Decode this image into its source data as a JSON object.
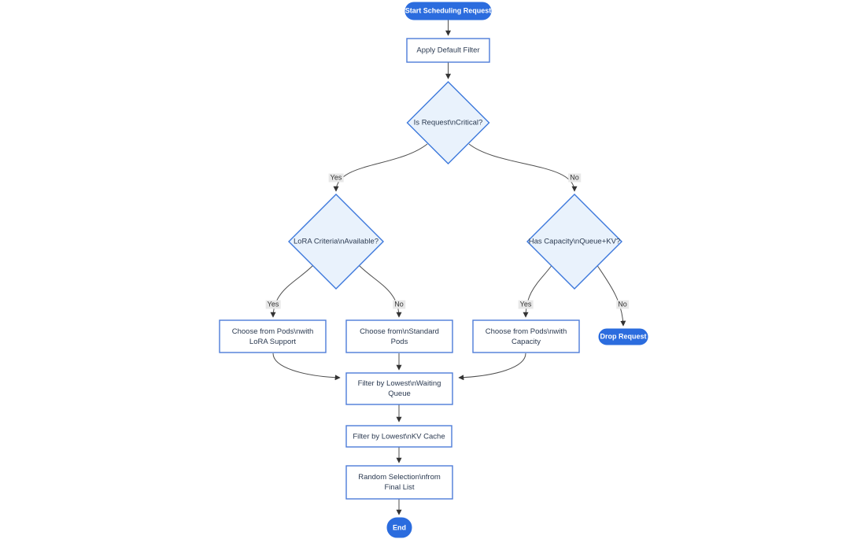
{
  "diagram": {
    "title": "scheduling-request-flowchart",
    "nodes": {
      "start": {
        "type": "stadium",
        "lines": [
          "Start Scheduling Request"
        ]
      },
      "apply_filter": {
        "type": "rect",
        "lines": [
          "Apply Default Filter"
        ]
      },
      "is_critical": {
        "type": "diamond",
        "lines": [
          "Is Request\\nCritical?"
        ]
      },
      "lora_criteria": {
        "type": "diamond",
        "lines": [
          "LoRA Criteria\\nAvailable?"
        ]
      },
      "has_capacity": {
        "type": "diamond",
        "lines": [
          "Has Capacity\\nQueue+KV?"
        ]
      },
      "choose_lora": {
        "type": "rect",
        "lines": [
          "Choose from Pods\\nwith",
          "LoRA Support"
        ]
      },
      "choose_standard": {
        "type": "rect",
        "lines": [
          "Choose from\\nStandard",
          "Pods"
        ]
      },
      "choose_capacity": {
        "type": "rect",
        "lines": [
          "Choose from Pods\\nwith",
          "Capacity"
        ]
      },
      "drop_request": {
        "type": "stadium",
        "lines": [
          "Drop Request"
        ]
      },
      "filter_queue": {
        "type": "rect",
        "lines": [
          "Filter by Lowest\\nWaiting",
          "Queue"
        ]
      },
      "filter_kv": {
        "type": "rect",
        "lines": [
          "Filter by Lowest\\nKV Cache"
        ]
      },
      "random_selection": {
        "type": "rect",
        "lines": [
          "Random Selection\\nfrom",
          "Final List"
        ]
      },
      "end": {
        "type": "stadium",
        "lines": [
          "End"
        ]
      }
    },
    "edge_labels": {
      "critical_yes": "Yes",
      "critical_no": "No",
      "lora_yes": "Yes",
      "lora_no": "No",
      "capacity_yes": "Yes",
      "capacity_no": "No"
    }
  },
  "colors": {
    "accent_blue": "#2b6cde",
    "node_border": "#4d7cd9",
    "diamond_border": "#3c78dc",
    "diamond_fill": "#e9f2fc",
    "node_fill": "#ffffff",
    "text_dark": "#2a3950",
    "edge_stroke": "#4e4e4e",
    "arrow_fill": "#333333",
    "label_bg": "#e8e8e8",
    "label_text": "#333333"
  }
}
